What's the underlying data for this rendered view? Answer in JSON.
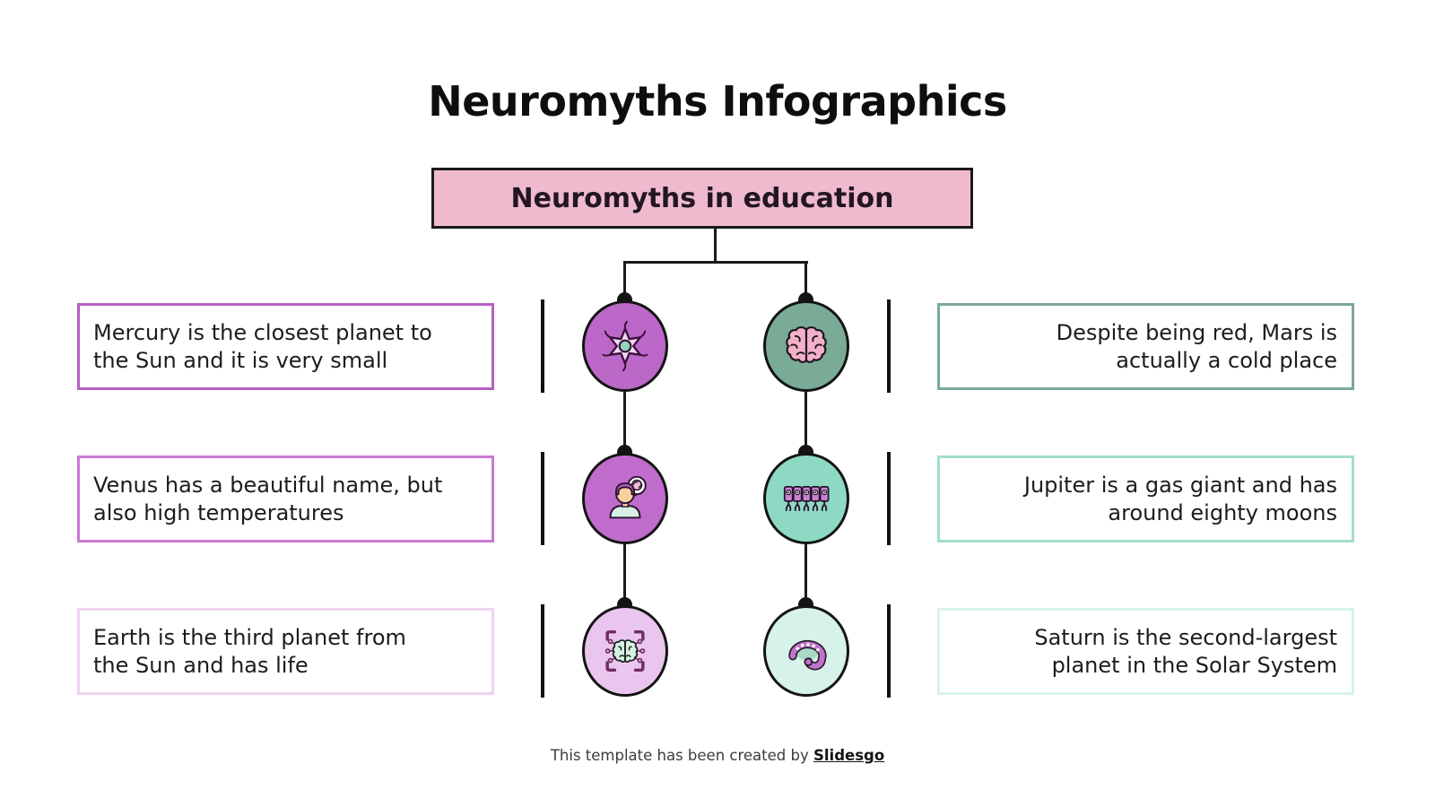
{
  "slide": {
    "title": "Neuromyths Infographics",
    "footer_prefix": "This template has been created by",
    "footer_brand": "Slidesgo"
  },
  "tree": {
    "root_label": "Neuromyths in education",
    "root_fill": "#efb9ce",
    "root_border": "#1a1a1a",
    "line_color": "#1a1a1a"
  },
  "rows": [
    {
      "left": {
        "text": "Mercury is the closest planet to\nthe Sun and it is very small",
        "border_color": "#b55fc2",
        "icon": "neuron-icon",
        "circle_fill": "#bc68c8"
      },
      "right": {
        "text": "Despite being red, Mars is\nactually a cold place",
        "border_color": "#7aa896",
        "icon": "brain-icon",
        "circle_fill": "#7aab97"
      }
    },
    {
      "left": {
        "text": "Venus has a beautiful name, but\nalso high temperatures",
        "border_color": "#c979d3",
        "icon": "person-talking-icon",
        "circle_fill": "#c06ccc"
      },
      "right": {
        "text": "Jupiter is a gas giant and has\naround eighty moons",
        "border_color": "#a3dfca",
        "icon": "neural-cells-icon",
        "circle_fill": "#8ed9c3"
      }
    },
    {
      "left": {
        "text": "Earth is the third planet from\nthe Sun and has life",
        "border_color": "#edd3f0",
        "icon": "brain-scan-icon",
        "circle_fill": "#eac6ee"
      },
      "right": {
        "text": "Saturn is the second-largest\nplanet in the Solar System",
        "border_color": "#d9f3ec",
        "icon": "hippocampus-icon",
        "circle_fill": "#d6f2ea"
      }
    }
  ]
}
